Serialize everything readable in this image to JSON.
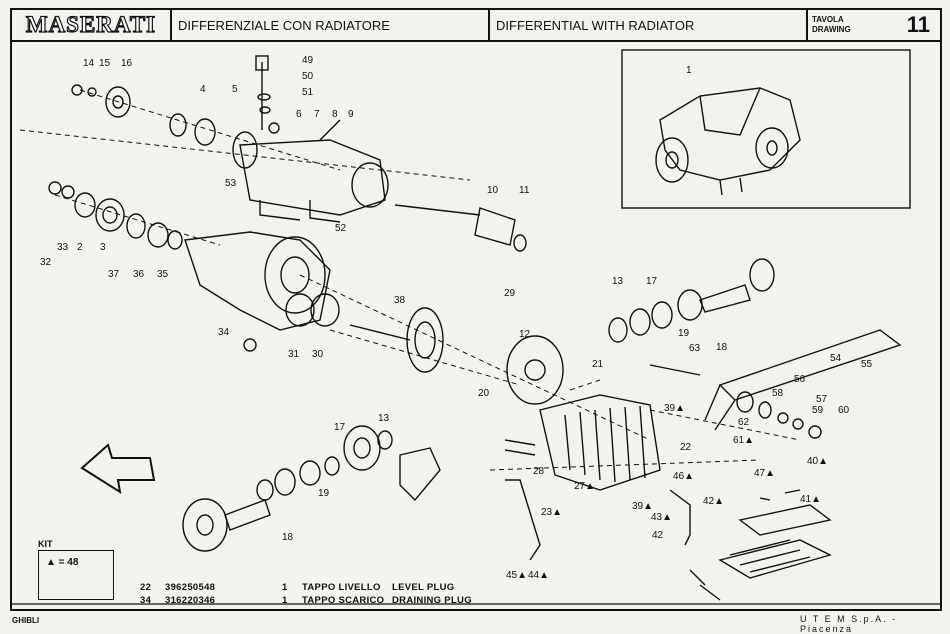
{
  "header": {
    "brand": "MASERATI",
    "title_it": "DIFFERENZIALE CON RADIATORE",
    "title_en": "DIFFERENTIAL WITH RADIATOR",
    "tavola_label": "TAVOLA",
    "drawing_label": "DRAWING",
    "drawing_number": "11"
  },
  "callouts": [
    "14",
    "15",
    "16",
    "4",
    "5",
    "49",
    "50",
    "51",
    "6",
    "7",
    "8",
    "9",
    "53",
    "52",
    "10",
    "11",
    "32",
    "33",
    "2",
    "3",
    "37",
    "36",
    "35",
    "34",
    "31",
    "30",
    "38",
    "29",
    "12",
    "13",
    "17",
    "19",
    "18",
    "63",
    "54",
    "55",
    "56",
    "57",
    "58",
    "59",
    "60",
    "62",
    "61▲",
    "21",
    "20",
    "39▲",
    "22",
    "46▲",
    "42▲",
    "39▲",
    "43▲",
    "42",
    "28",
    "27▲",
    "23▲",
    "45▲",
    "44▲",
    "47▲",
    "40▲",
    "41▲",
    "17",
    "13",
    "19",
    "18",
    "1"
  ],
  "kit": {
    "title": "KIT",
    "value": "▲ = 48"
  },
  "parts_list": [
    {
      "ref": "22",
      "code": "396250548",
      "qty": "1",
      "desc_it": "TAPPO LIVELLO",
      "desc_en": "LEVEL PLUG"
    },
    {
      "ref": "34",
      "code": "316220346",
      "qty": "1",
      "desc_it": "TAPPO SCARICO",
      "desc_en": "DRAINING PLUG"
    }
  ],
  "footer": {
    "code": "GHIBLI",
    "maker": "U T E M  S.p.A.  -  Piacenza"
  }
}
